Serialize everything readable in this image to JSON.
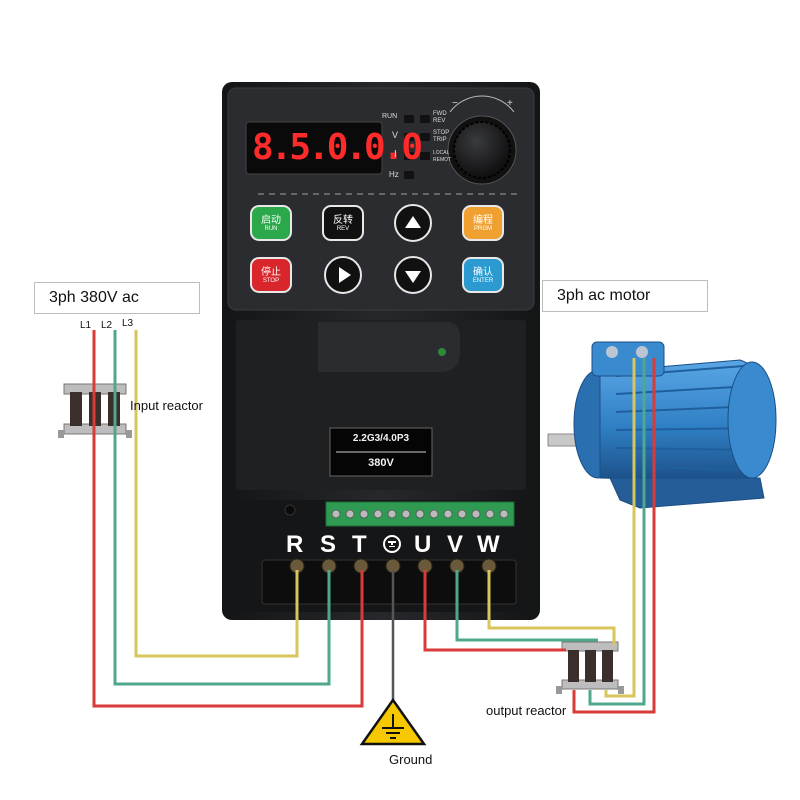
{
  "labels": {
    "supply": "3ph 380V ac",
    "motor": "3ph ac motor",
    "input_reactor": "Input reactor",
    "output_reactor": "output reactor",
    "ground": "Ground",
    "l1": "L1",
    "l2": "L2",
    "l3": "L3"
  },
  "inverter": {
    "display": "8.5.0.0.0",
    "indicators_left": [
      "RUN",
      "V",
      "I",
      "Hz"
    ],
    "indicators_right": [
      "FWD",
      "REV",
      "STOP",
      "TRIP",
      "LOCAL",
      "REMOT"
    ],
    "knob_minus": "−",
    "knob_plus": "+",
    "buttons": {
      "run": {
        "cn": "启动",
        "en": "RUN"
      },
      "rev": {
        "cn": "反转",
        "en": "REV"
      },
      "prgm": {
        "cn": "编程",
        "en": "PRGM"
      },
      "stop": {
        "cn": "停止",
        "en": "STOP"
      },
      "enter": {
        "cn": "确认",
        "en": "ENTER"
      }
    },
    "model_top": "2.2G3/4.0P3",
    "model_bottom": "380V",
    "terminals": [
      "R",
      "S",
      "T",
      "U",
      "V",
      "W"
    ]
  },
  "colors": {
    "wire_red": "#d93a3a",
    "wire_green": "#4fa88e",
    "wire_yellow": "#d8c65c",
    "wire_gray": "#555555",
    "inverter_body": "#1d1e20",
    "display_red": "#ff2a2a",
    "run_button": "#2aa84a",
    "stop_button": "#d8262c",
    "prgm_button": "#f0a030",
    "enter_button": "#2a9ad0",
    "motor_blue": "#2f7fc4",
    "ground_yellow": "#f6c800"
  }
}
